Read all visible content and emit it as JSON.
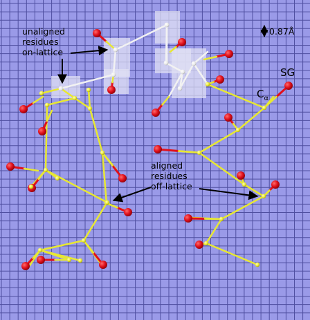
{
  "colors": {
    "background": "#9a9ae8",
    "grid": "#4f4fa0",
    "yellow_bond": "#e8e832",
    "white_bond": "#f2f2f2",
    "red_atom": "#e0101c",
    "highlight_box": "#e0e0f2"
  },
  "labels": {
    "unaligned": [
      "unaligned",
      "residues",
      "on-lattice"
    ],
    "aligned": [
      "aligned",
      "residues",
      "off-lattice"
    ],
    "scale": "0.87Å",
    "sg": "SG",
    "ca_main": "C",
    "ca_sub": "α"
  },
  "icons": {
    "scale_arrow": "double-headed-vertical-arrow-icon"
  }
}
